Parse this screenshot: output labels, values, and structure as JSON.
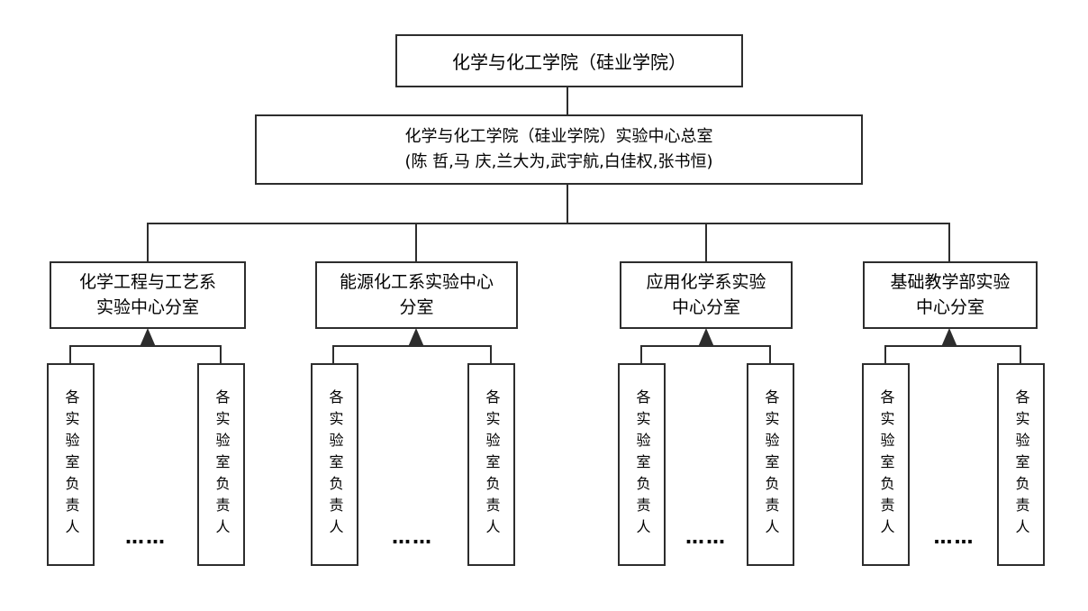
{
  "org_chart": {
    "root": {
      "label": "化学与化工学院（硅业学院）"
    },
    "center": {
      "label": "化学与化工学院（硅业学院）实验中心总室\n(陈 哲,马 庆,兰大为,武宇航,白佳权,张书恒)"
    },
    "branches": [
      {
        "label": "化学工程与工艺系\n实验中心分室",
        "leaves": [
          "各实验室负责人",
          "各实验室负责人"
        ],
        "ellipsis": "……"
      },
      {
        "label": "能源化工系实验中心\n分室",
        "leaves": [
          "各实验室负责人",
          "各实验室负责人"
        ],
        "ellipsis": "……"
      },
      {
        "label": "应用化学系实验\n中心分室",
        "leaves": [
          "各实验室负责人",
          "各实验室负责人"
        ],
        "ellipsis": "……"
      },
      {
        "label": "基础教学部实验\n中心分室",
        "leaves": [
          "各实验室负责人",
          "各实验室负责人"
        ],
        "ellipsis": "……"
      }
    ]
  },
  "colors": {
    "line": "#2d2d2d",
    "box_border": "#2d2d2d",
    "text": "#000000",
    "background": "#ffffff"
  }
}
